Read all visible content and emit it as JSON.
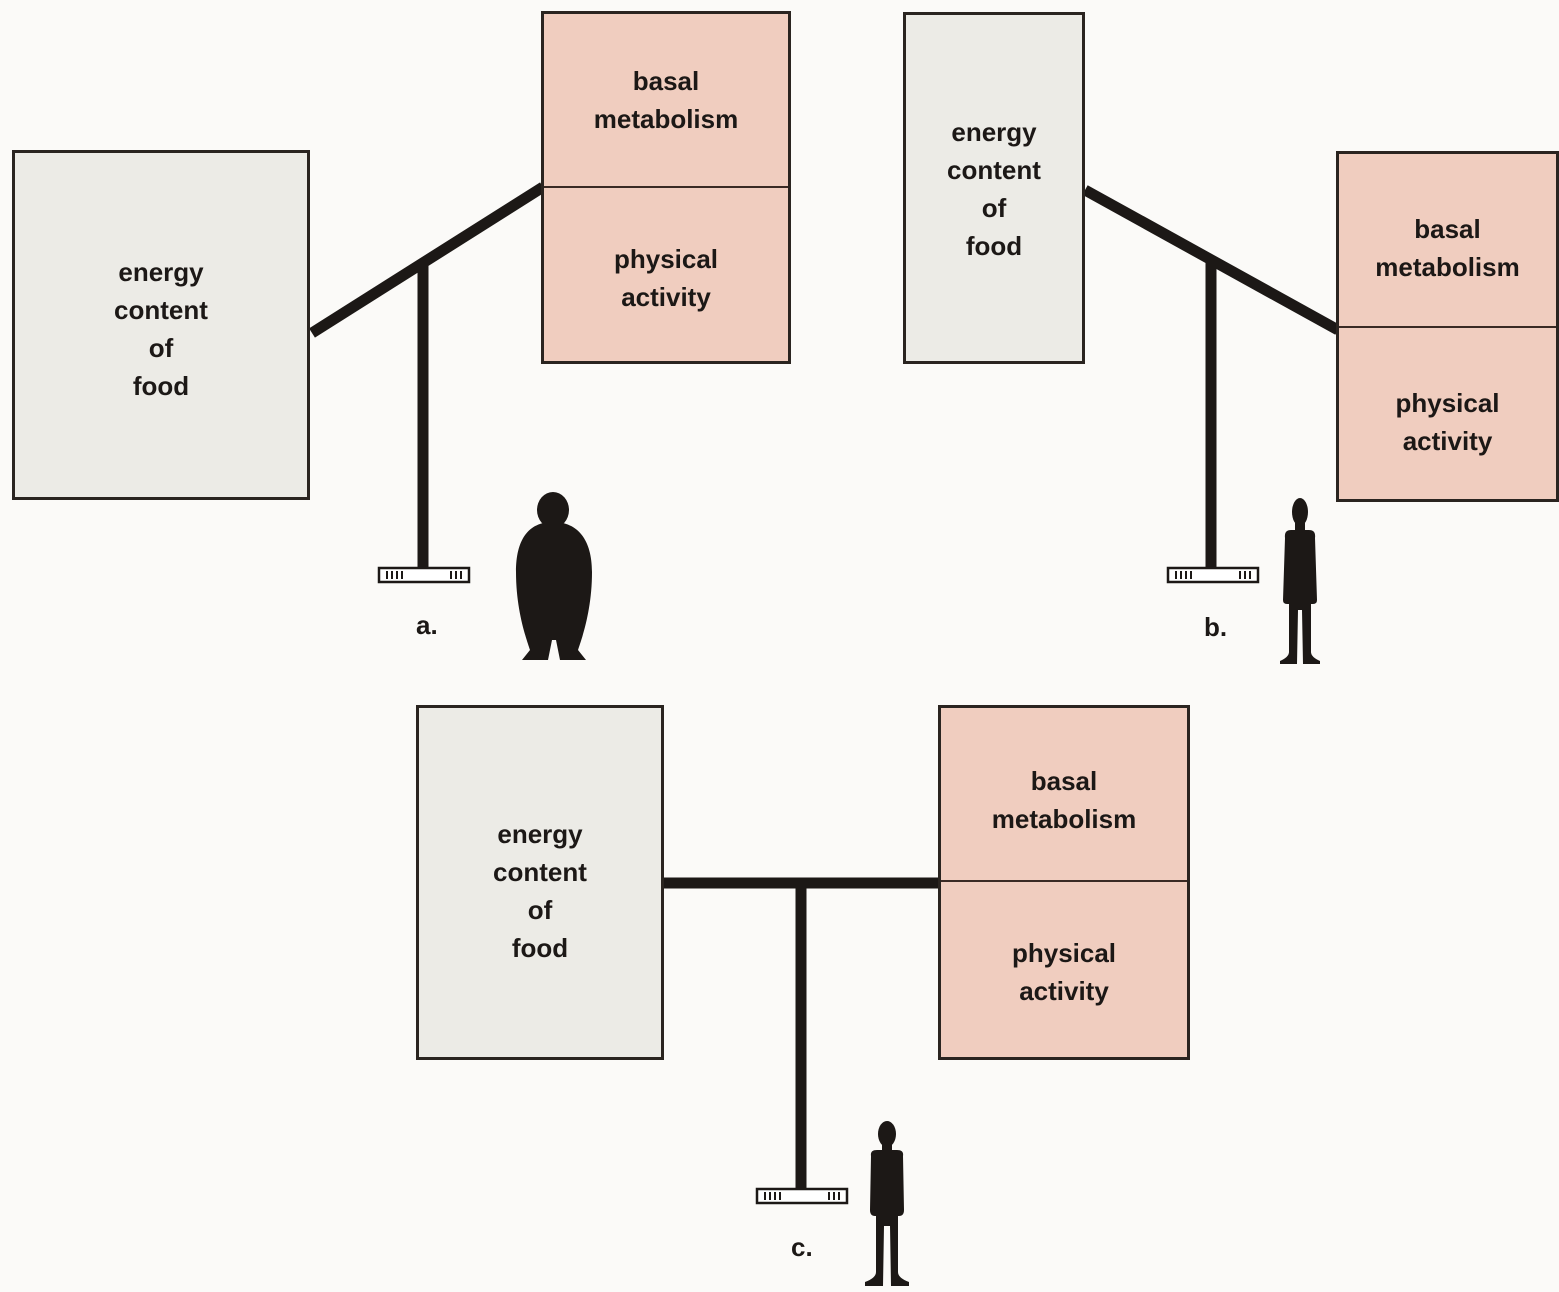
{
  "diagrams": [
    {
      "tag": "a.",
      "food_label": "energy\ncontent\nof\nfood",
      "basal_label": "basal\nmetabolism",
      "activity_label": "physical\nactivity",
      "figure": "obese-person-icon"
    },
    {
      "tag": "b.",
      "food_label": "energy\ncontent\nof\nfood",
      "basal_label": "basal\nmetabolism",
      "activity_label": "physical\nactivity",
      "figure": "thin-person-icon"
    },
    {
      "tag": "c.",
      "food_label": "energy\ncontent\nof\nfood",
      "basal_label": "basal\nmetabolism",
      "activity_label": "physical\nactivity",
      "figure": "normal-person-icon"
    }
  ],
  "colors": {
    "food_box": "#ecebe6",
    "expenditure_box": "#f0cdbf",
    "ink": "#1c1816"
  }
}
